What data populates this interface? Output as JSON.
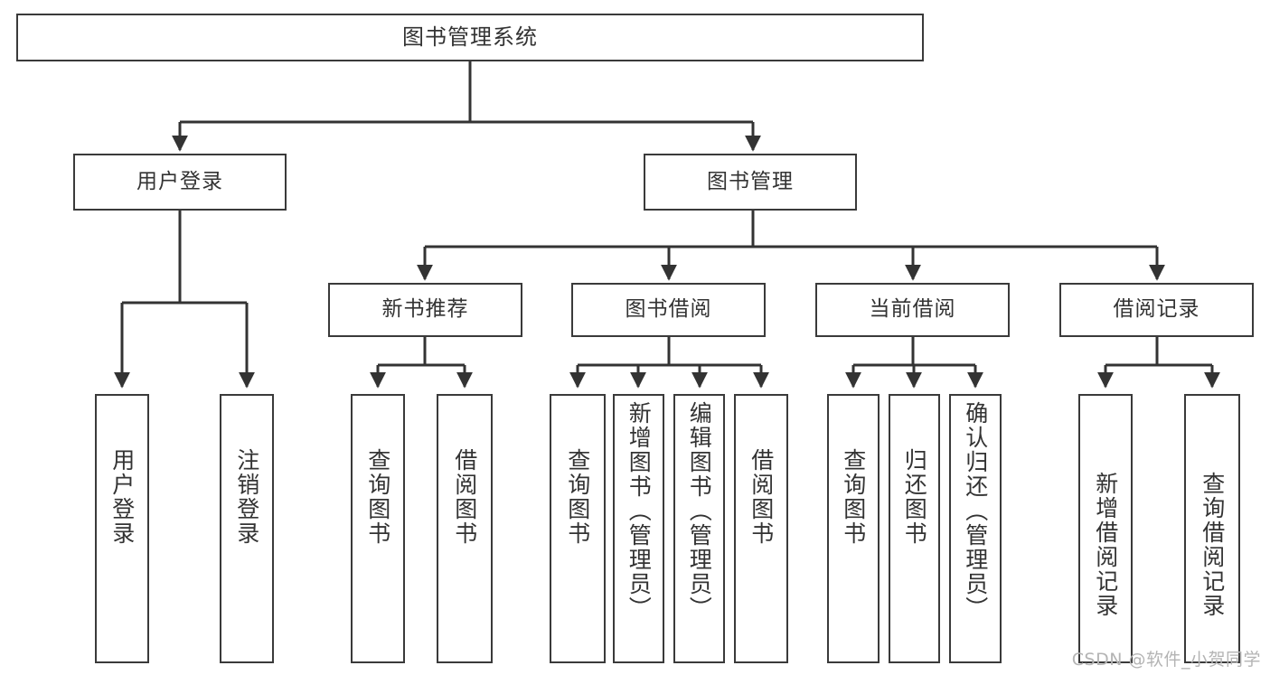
{
  "diagram": {
    "title": "图书管理系统",
    "type": "tree-hierarchy",
    "watermark": "CSDN @软件_小贺同学",
    "colors": {
      "stroke": "#3a3a3a",
      "fill": "#ffffff",
      "text": "#333333",
      "watermark": "#b4b4b4"
    },
    "root": {
      "label": "图书管理系统"
    },
    "level2": [
      {
        "label": "用户登录"
      },
      {
        "label": "图书管理"
      }
    ],
    "level3": [
      {
        "label": "新书推荐"
      },
      {
        "label": "图书借阅"
      },
      {
        "label": "当前借阅"
      },
      {
        "label": "借阅记录"
      }
    ],
    "leaves": {
      "user_login": [
        {
          "label": "用户登录"
        },
        {
          "label": "注销登录"
        }
      ],
      "new_book": [
        {
          "label": "查询图书"
        },
        {
          "label": "借阅图书"
        }
      ],
      "book_borrow": [
        {
          "label": "查询图书"
        },
        {
          "label": "新增图书（管理员）"
        },
        {
          "label": "编辑图书（管理员）"
        },
        {
          "label": "借阅图书"
        }
      ],
      "current_borrow": [
        {
          "label": "查询图书"
        },
        {
          "label": "归还图书"
        },
        {
          "label": "确认归还（管理员）"
        }
      ],
      "borrow_record": [
        {
          "label": "新增借阅记录"
        },
        {
          "label": "查询借阅记录"
        }
      ]
    }
  }
}
